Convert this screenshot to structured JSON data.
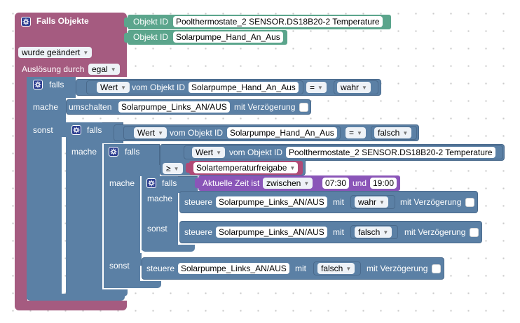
{
  "trigger": {
    "title": "Falls Objekte",
    "objects": [
      {
        "label": "Objekt ID",
        "value": "Poolthermostate_2 SENSOR.DS18B20-2  Temperature"
      },
      {
        "label": "Objekt ID",
        "value": "Solarpumpe_Hand_An_Aus"
      }
    ],
    "condition": "wurde geändert",
    "trigger_label": "Auslösung durch",
    "trigger_value": "egal"
  },
  "if1": {
    "falls": "falls",
    "mache": "mache",
    "sonst": "sonst",
    "condition": {
      "value_dd": "Wert",
      "from_object": "vom Objekt ID",
      "object": "Solarpumpe_Hand_An_Aus",
      "op": "=",
      "rhs": "wahr"
    },
    "toggle": {
      "label": "umschalten",
      "object": "Solarpumpe_Links_AN/AUS",
      "delay_label": "mit Verzögerung"
    }
  },
  "if2": {
    "falls": "falls",
    "mache": "mache",
    "condition": {
      "value_dd": "Wert",
      "from_object": "vom Objekt ID",
      "object": "Solarpumpe_Hand_An_Aus",
      "op": "=",
      "rhs": "falsch"
    }
  },
  "if3": {
    "falls": "falls",
    "mache": "mache",
    "sonst": "sonst",
    "condition": {
      "value_dd": "Wert",
      "from_object": "vom Objekt ID",
      "object": "Poolthermostate_2 SENSOR.DS18B20-2  Temperature",
      "op": "≥",
      "rhs": "Solartemperaturfreigabe"
    },
    "else_action": {
      "label": "steuere",
      "object": "Solarpumpe_Links_AN/AUS",
      "with": "mit",
      "value": "falsch",
      "delay_label": "mit Verzögerung"
    }
  },
  "if4": {
    "falls": "falls",
    "mache": "mache",
    "sonst": "sonst",
    "condition": {
      "label": "Aktuelle Zeit ist",
      "mode": "zwischen",
      "from": "07:30",
      "and": "und",
      "to": "19:00"
    },
    "then_action": {
      "label": "steuere",
      "object": "Solarpumpe_Links_AN/AUS",
      "with": "mit",
      "value": "wahr",
      "delay_label": "mit Verzögerung"
    },
    "else_action": {
      "label": "steuere",
      "object": "Solarpumpe_Links_AN/AUS",
      "with": "mit",
      "value": "falsch",
      "delay_label": "mit Verzögerung"
    }
  },
  "colors": {
    "trigger": "#a55b80",
    "logic": "#5b80a5",
    "object": "#5ba58c",
    "time": "#8a55b8",
    "variable": "#b04a76",
    "background": "#ffffff"
  },
  "icons": {
    "mutator": "gear-icon",
    "dropdown": "chevron-down-icon"
  }
}
